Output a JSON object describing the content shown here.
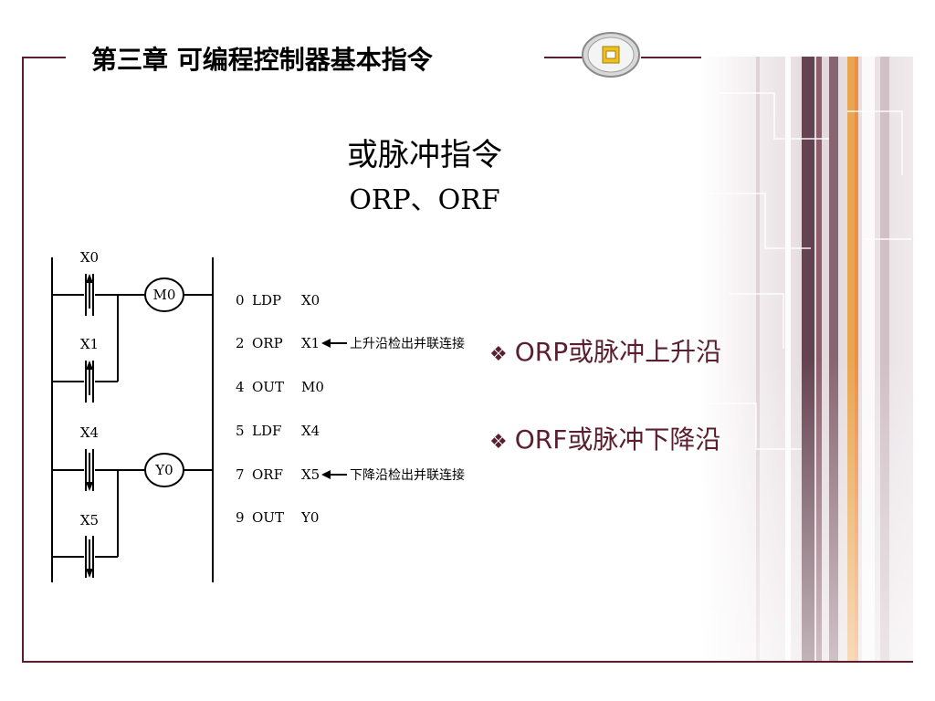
{
  "header": {
    "title": "第三章 可编程控制器基本指令"
  },
  "slide": {
    "title_cn": "或脉冲指令",
    "title_en": "ORP、ORF"
  },
  "ladder": {
    "contacts": [
      "X0",
      "X1",
      "X4",
      "X5"
    ],
    "coils": [
      "M0",
      "Y0"
    ],
    "program": [
      {
        "step": "0",
        "op": "LDP",
        "arg": "X0",
        "note": ""
      },
      {
        "step": "2",
        "op": "ORP",
        "arg": "X1",
        "note": "上升沿检出并联连接"
      },
      {
        "step": "4",
        "op": "OUT",
        "arg": "M0",
        "note": ""
      },
      {
        "step": "5",
        "op": "LDF",
        "arg": "X4",
        "note": ""
      },
      {
        "step": "7",
        "op": "ORF",
        "arg": "X5",
        "note": "下降沿检出并联连接"
      },
      {
        "step": "9",
        "op": "OUT",
        "arg": "Y0",
        "note": ""
      }
    ]
  },
  "bullets": {
    "marker": "❖",
    "items": [
      {
        "text": "ORP或脉冲上升沿"
      },
      {
        "text": "ORF或脉冲下降沿"
      }
    ]
  },
  "colors": {
    "accent": "#5a1e2e",
    "emblem": "#f0c020"
  }
}
